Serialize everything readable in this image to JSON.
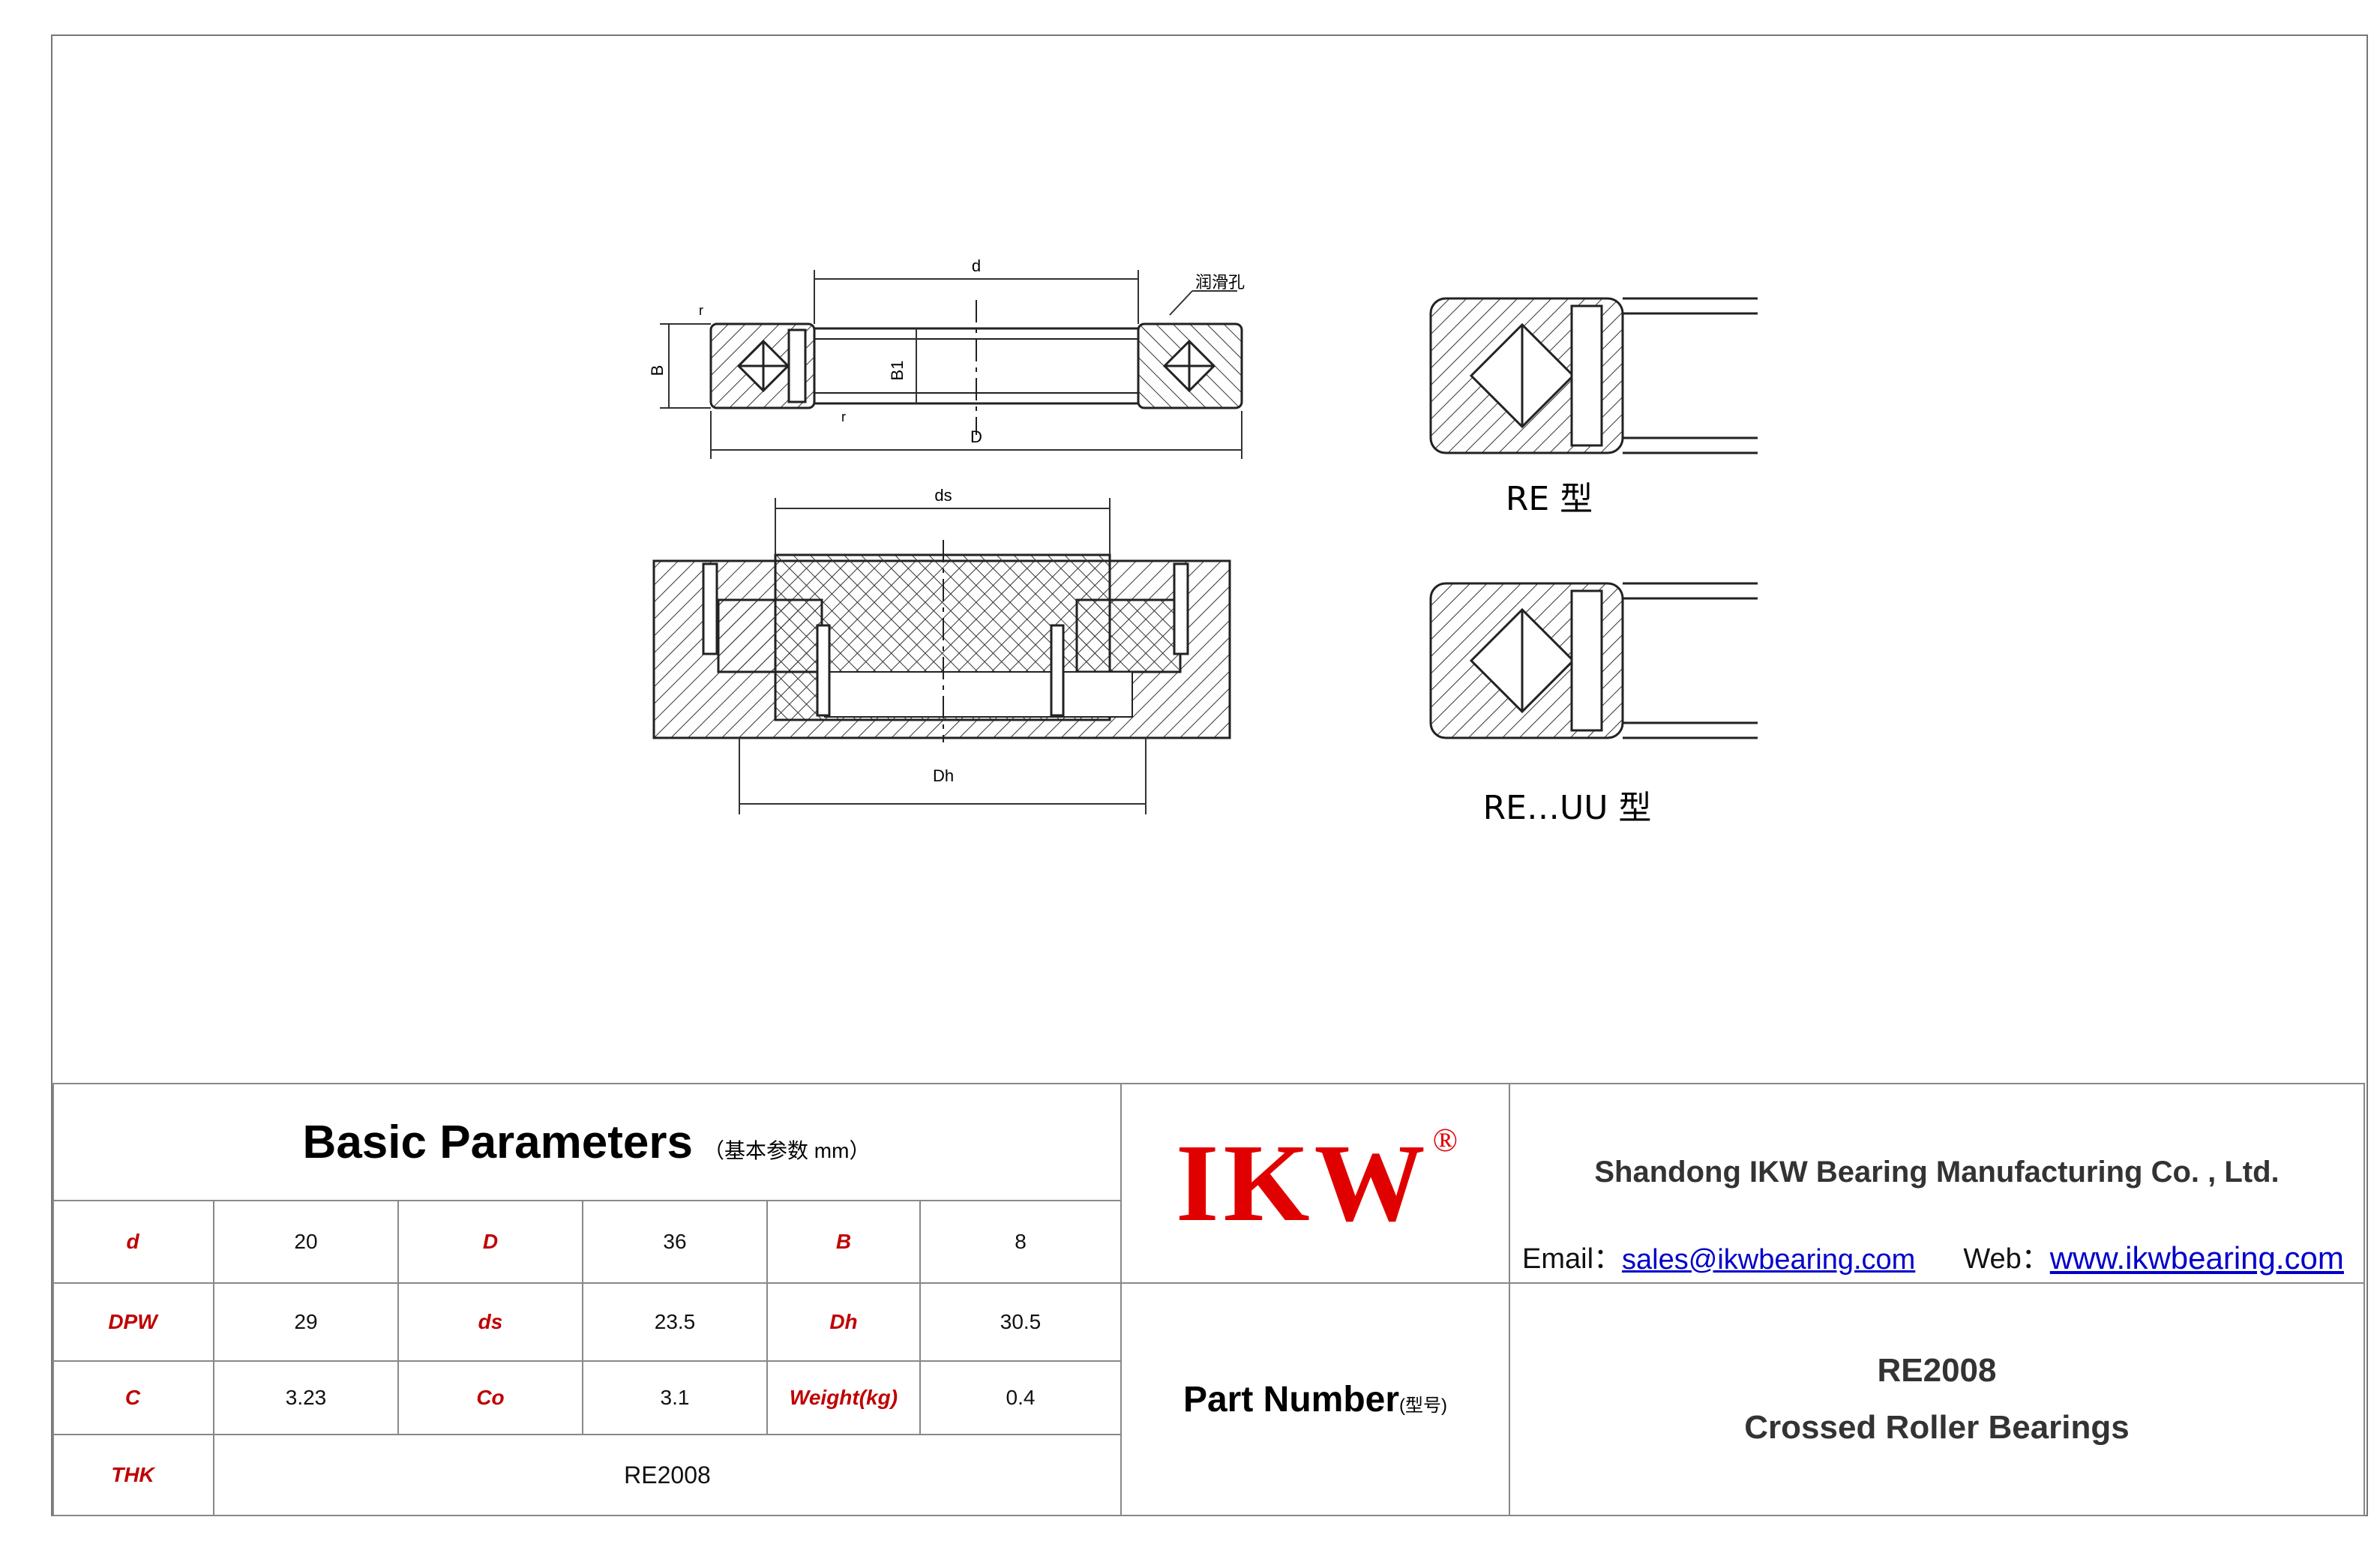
{
  "drawing": {
    "label_d": "d",
    "label_D": "D",
    "label_B": "B",
    "label_B1": "B1",
    "label_r1": "r",
    "label_r2": "r",
    "label_oil_hole": "润滑孔",
    "label_ds": "ds",
    "label_Dh": "Dh",
    "type_re": "RE 型",
    "type_re_uu": "RE…UU 型"
  },
  "params": {
    "title": "Basic Parameters",
    "subtitle": "（基本参数 mm）",
    "rows": [
      [
        {
          "label": "d",
          "value": "20"
        },
        {
          "label": "D",
          "value": "36"
        },
        {
          "label": "B",
          "value": "8"
        }
      ],
      [
        {
          "label": "DPW",
          "value": "29"
        },
        {
          "label": "ds",
          "value": "23.5"
        },
        {
          "label": "Dh",
          "value": "30.5"
        }
      ],
      [
        {
          "label": "C",
          "value": "3.23"
        },
        {
          "label": "Co",
          "value": "3.1"
        },
        {
          "label": "Weight(kg)",
          "value": "0.4"
        }
      ]
    ],
    "thk_label": "THK",
    "thk_value": "RE2008"
  },
  "logo": {
    "text": "IKW",
    "reg": "®",
    "color": "#e00000"
  },
  "company": {
    "name": "Shandong IKW Bearing Manufacturing Co. , Ltd.",
    "email_label": "Email：",
    "email": "sales@ikwbearing.com",
    "web_label": "Web：",
    "web": "www.ikwbearing.com"
  },
  "part": {
    "label": "Part Number",
    "label_cn": "(型号)",
    "model": "RE2008",
    "description": "Crossed Roller Bearings"
  },
  "colors": {
    "label_red": "#c00000",
    "link_blue": "#0000cc",
    "line_gray": "#888888"
  }
}
